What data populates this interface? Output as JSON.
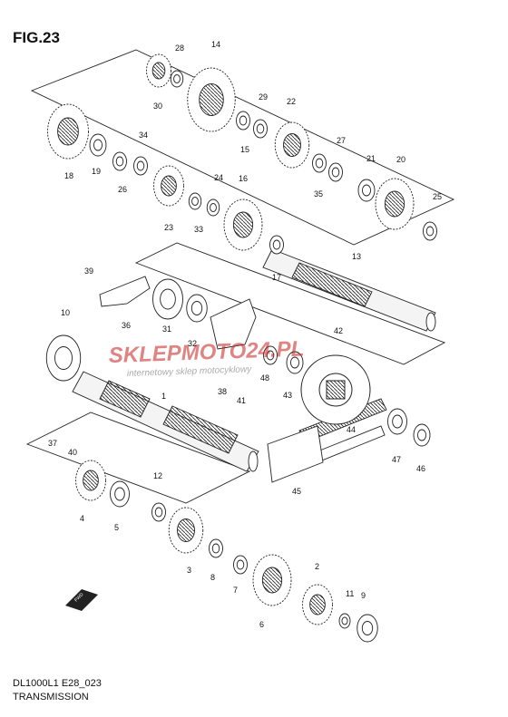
{
  "figure_title": "FIG.23",
  "footer": {
    "code": "DL1000L1 E28_023",
    "name": "TRANSMISSION"
  },
  "watermark": {
    "main": "SKLEPMOTO24.PL",
    "sub": "internetowy sklep motocyklowy",
    "color": "#c81e1e"
  },
  "fwd_label": "FWD",
  "part_numbers": [
    "1",
    "2",
    "3",
    "4",
    "5",
    "6",
    "7",
    "8",
    "9",
    "10",
    "11",
    "12",
    "13",
    "14",
    "15",
    "16",
    "17",
    "18",
    "19",
    "20",
    "21",
    "22",
    "23",
    "24",
    "25",
    "26",
    "27",
    "28",
    "29",
    "30",
    "31",
    "32",
    "33",
    "34",
    "35",
    "36",
    "37",
    "38",
    "39",
    "40",
    "41",
    "42",
    "43",
    "44",
    "45",
    "46",
    "47",
    "48"
  ]
}
